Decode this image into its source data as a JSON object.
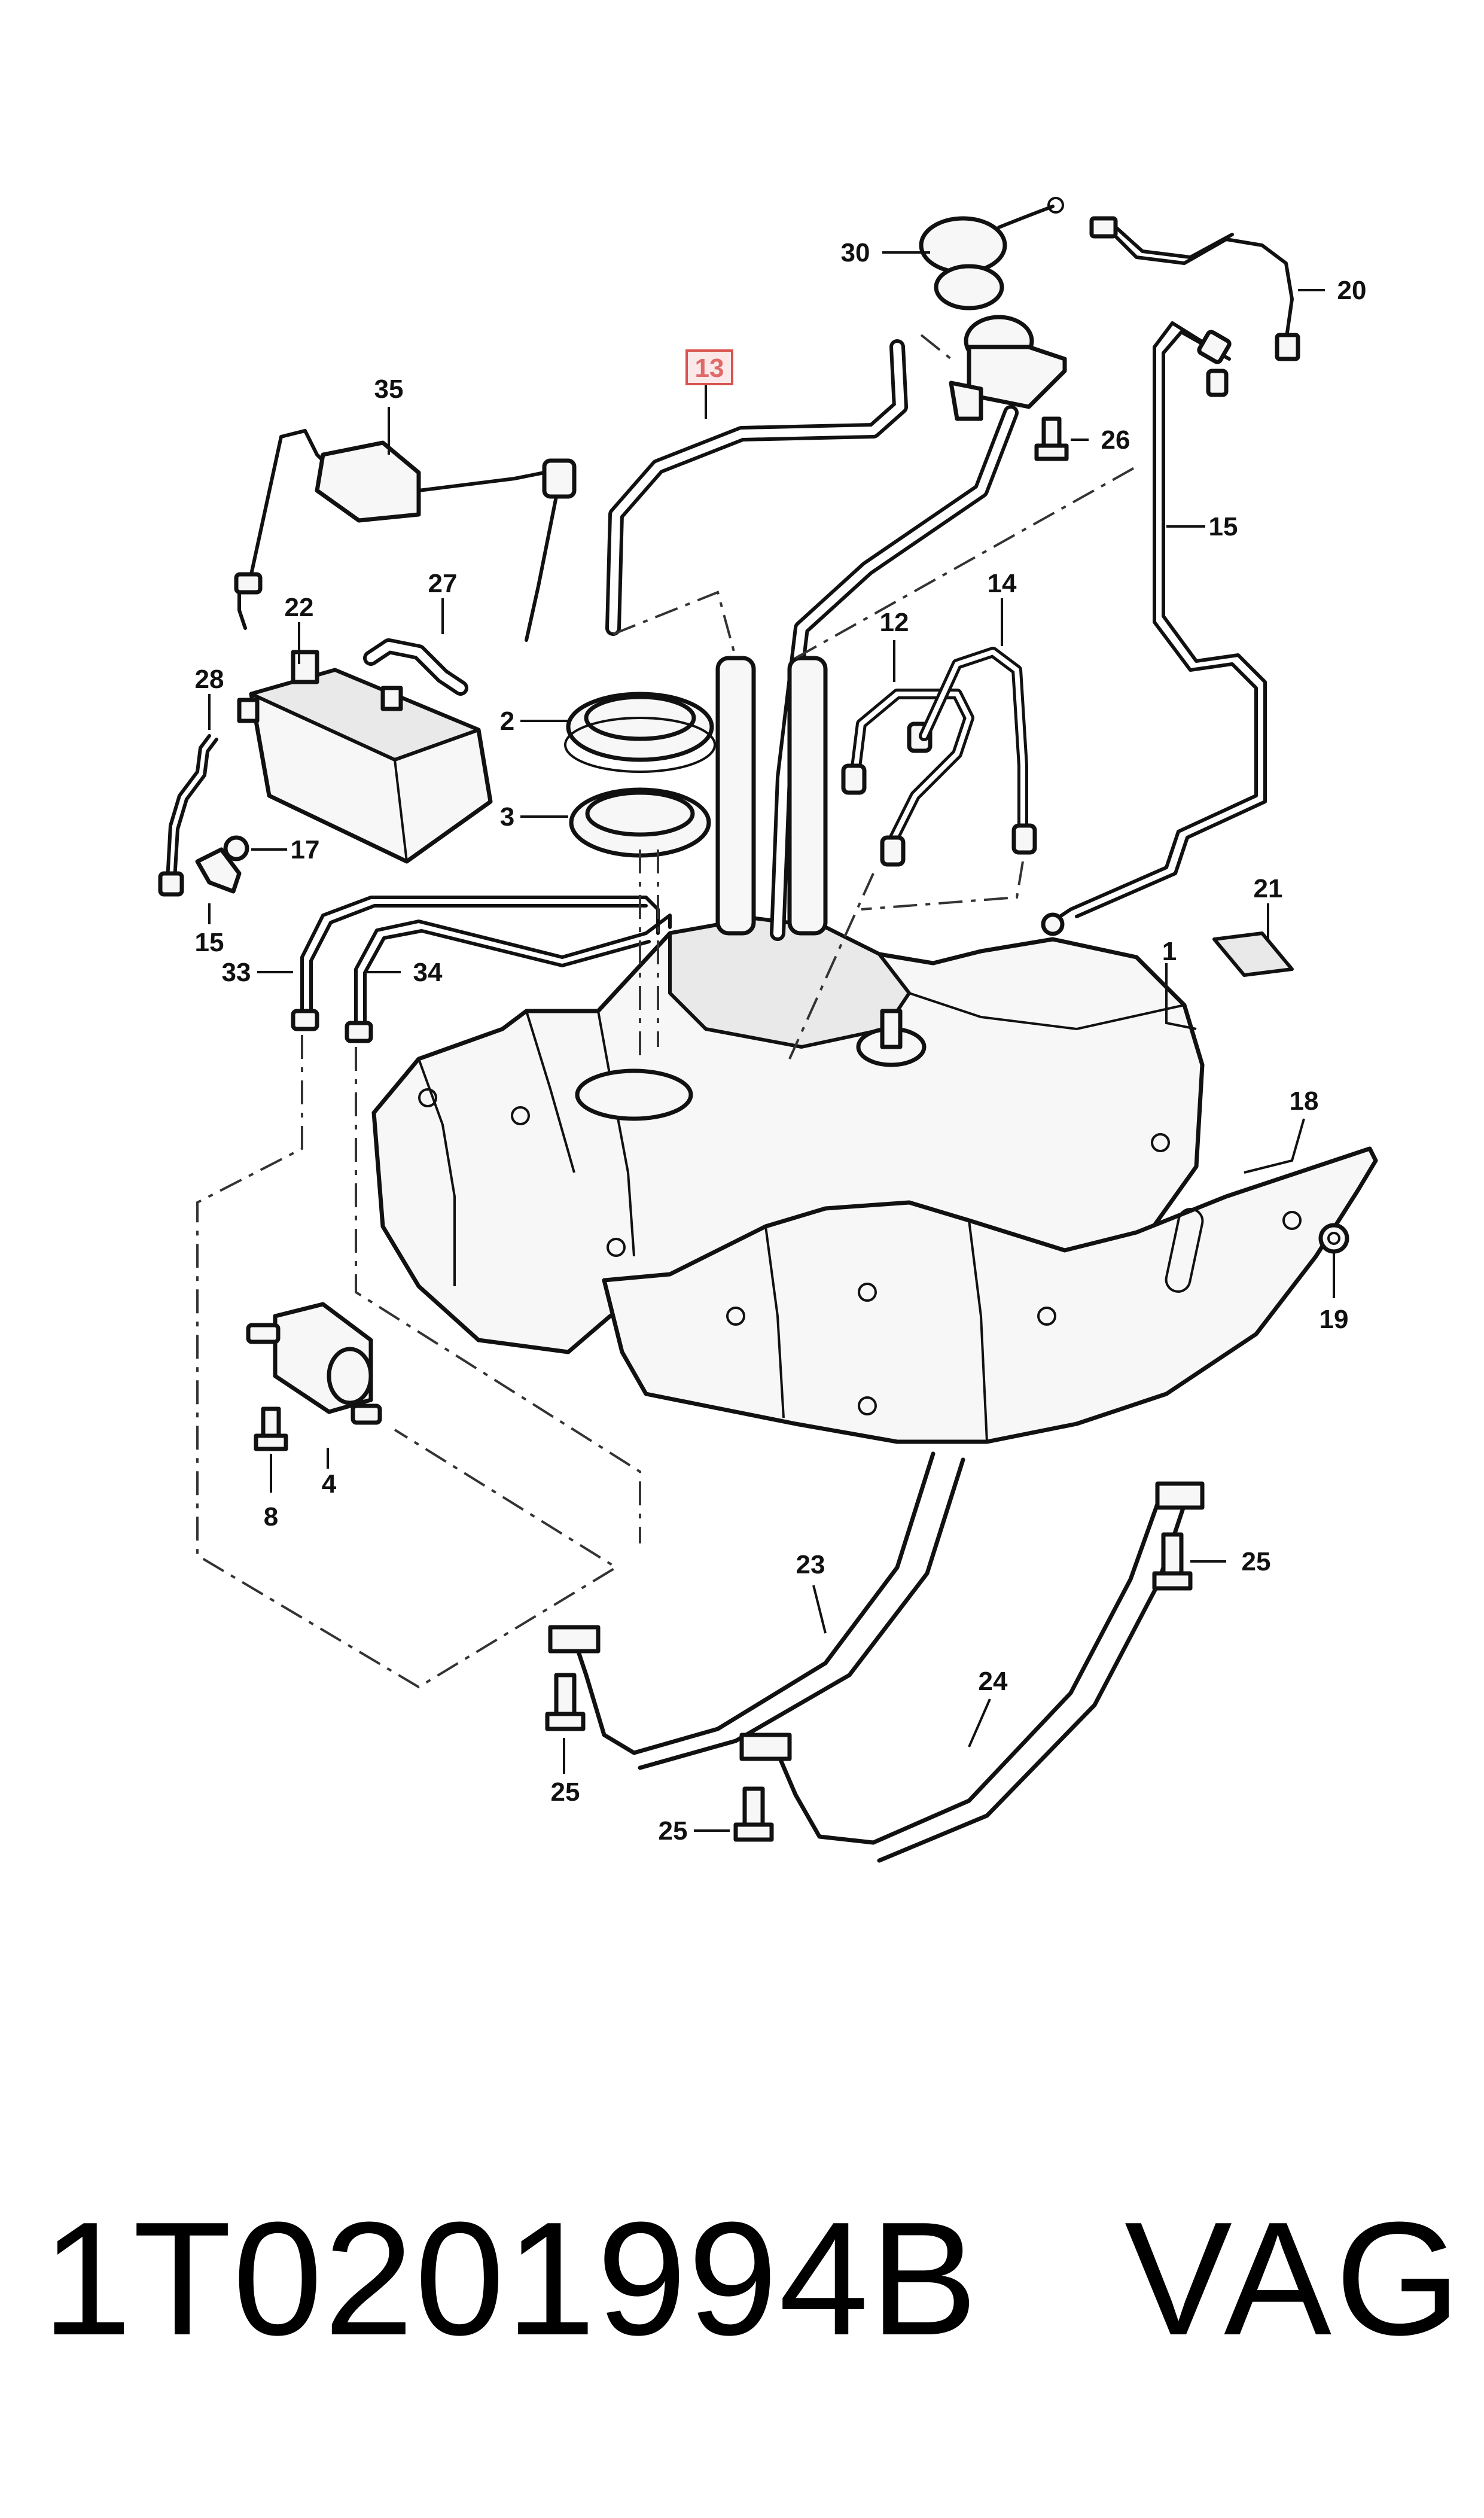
{
  "diagram": {
    "callouts": {
      "c1": "1",
      "c2": "2",
      "c3": "3",
      "c4": "4",
      "c8": "8",
      "c12": "12",
      "c13": "13",
      "c14": "14",
      "c15a": "15",
      "c15b": "15",
      "c17": "17",
      "c18": "18",
      "c19": "19",
      "c20": "20",
      "c21": "21",
      "c22": "22",
      "c23": "23",
      "c24": "24",
      "c25a": "25",
      "c25b": "25",
      "c25c": "25",
      "c26": "26",
      "c27": "27",
      "c28": "28",
      "c30": "30",
      "c33": "33",
      "c34": "34",
      "c35": "35"
    },
    "highlighted_callout": "13",
    "highlight_color": "#d9534f"
  },
  "footer": {
    "part_number": "1T0201994B",
    "brand": "VAG"
  }
}
